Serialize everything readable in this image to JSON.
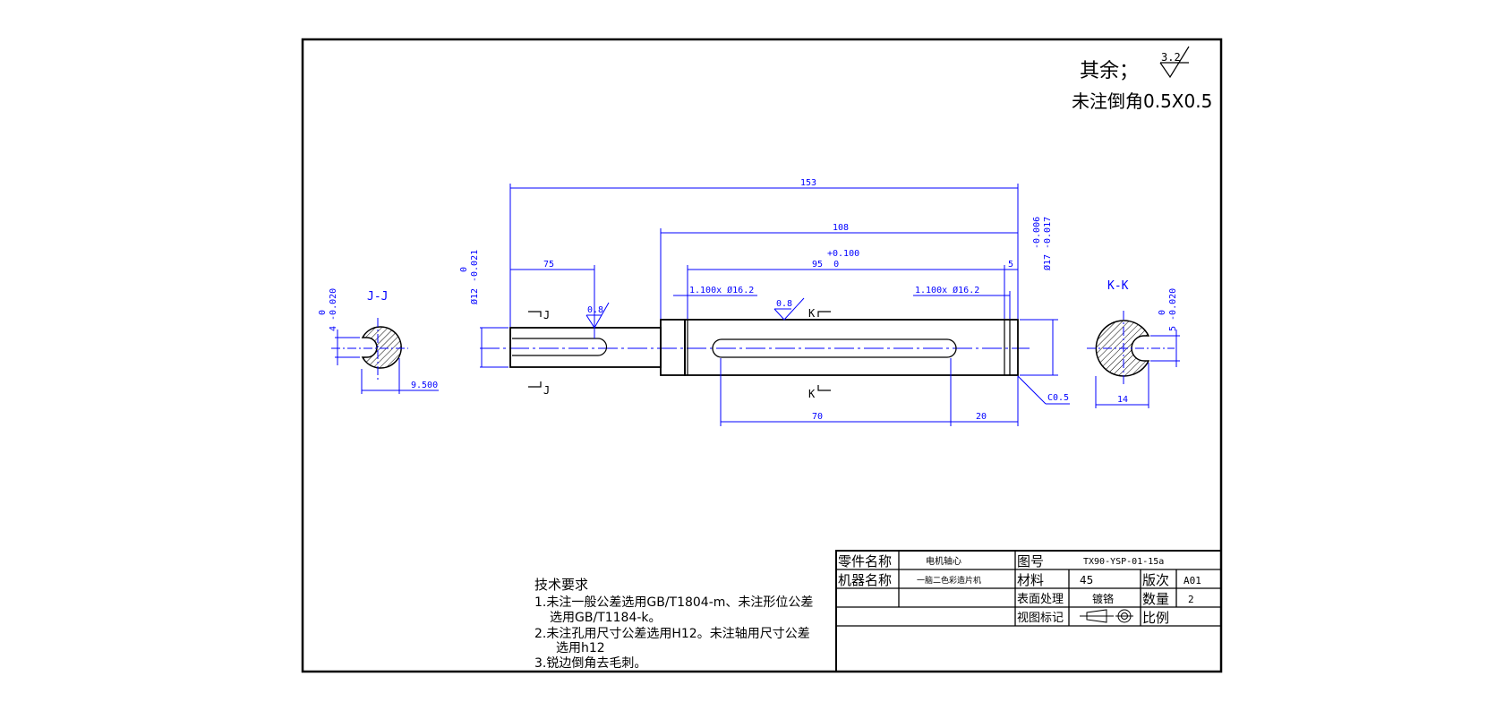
{
  "notes": {
    "surface_rest": "其余；",
    "surface_rest_value": "3.2",
    "chamfer_note": "未注倒角0.5X0.5"
  },
  "dimensions": {
    "overall_length": "153",
    "body_length": "108",
    "left_step": "75",
    "key_length_tol": "+0.100",
    "key_length": "95  0",
    "right_step": "5",
    "groove_left": "1.100x Ø16.2",
    "groove_right": "1.100x Ø16.2",
    "roughness_left": "0.8",
    "roughness_mid": "0.8",
    "slot_length": "70",
    "slot_offset": "20",
    "chamfer_c": "C0.5",
    "dia12_tol_upper": "0",
    "dia12_tol_lower": "-0.021",
    "dia12": "Ø12",
    "dia17_tol_upper": "-0.006",
    "dia17_tol_lower": "-0.017",
    "dia17": "Ø17"
  },
  "sections": {
    "jj_title": "J-J",
    "jj_tol_upper": "0",
    "jj_tol_lower": "4 -0.020",
    "jj_depth": "9.500",
    "kk_title": "K-K",
    "kk_tol_upper": "0",
    "kk_tol_lower": "5 -0.020",
    "kk_depth": "14",
    "cut_j": "J",
    "cut_k": "K"
  },
  "requirements": {
    "title": "技术要求",
    "line1a": "1.未注一般公差选用GB/T1804-m、未注形位公差",
    "line1b": "选用GB/T1184-k。",
    "line2a": "2.未注孔用尺寸公差选用H12。未注轴用尺寸公差",
    "line2b": "选用h12",
    "line3": "3.锐边倒角去毛刺。"
  },
  "title_block": {
    "part_name_label": "零件名称",
    "part_name": "电机轴心",
    "drawing_no_label": "图号",
    "drawing_no": "TX90-YSP-01-15a",
    "machine_label": "机器名称",
    "machine_name": "一脑二色彩造片机",
    "material_label": "材料",
    "material": "45",
    "version_label": "版次",
    "version": "A01",
    "surface_label": "表面处理",
    "surface": "镀铬",
    "qty_label": "数量",
    "qty": "2",
    "view_label": "视图标记",
    "scale_label": "比例"
  },
  "colors": {
    "line": "#000000",
    "dimension": "#0000ff"
  }
}
